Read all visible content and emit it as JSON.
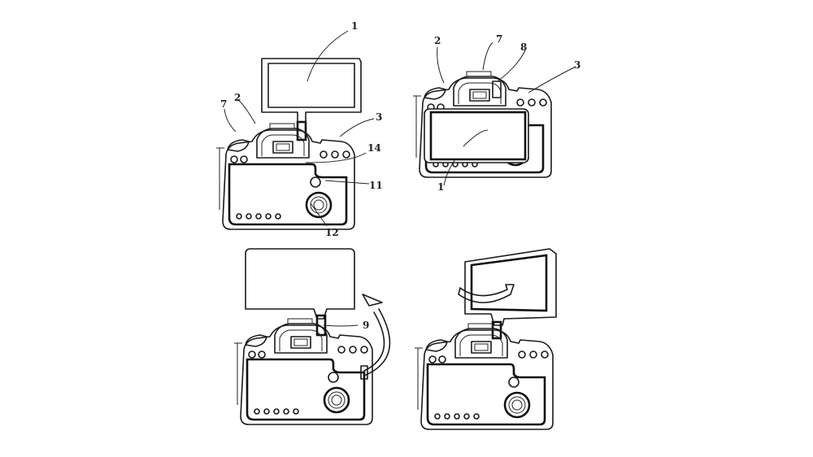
{
  "figure": {
    "panels": [
      {
        "id": "top-left",
        "description": "Camera rear view with display raised above body",
        "labels": [
          "1",
          "2",
          "7",
          "3",
          "14",
          "11",
          "12"
        ]
      },
      {
        "id": "top-right",
        "description": "Camera rear view with display stowed on back",
        "labels": [
          "2",
          "7",
          "8",
          "3",
          "1"
        ]
      },
      {
        "id": "bottom-left",
        "description": "Display flipped upward, curved arrow showing rotation",
        "labels": [
          "9"
        ]
      },
      {
        "id": "bottom-right",
        "description": "Raised display rotating, curved arrow on screen",
        "labels": []
      }
    ],
    "reference_numerals": {
      "tl_1": "1",
      "tl_2": "2",
      "tl_7": "7",
      "tl_3": "3",
      "tl_14": "14",
      "tl_11": "11",
      "tl_12": "12",
      "tr_2": "2",
      "tr_7": "7",
      "tr_8": "8",
      "tr_3": "3",
      "tr_1": "1",
      "bl_9": "9"
    }
  }
}
